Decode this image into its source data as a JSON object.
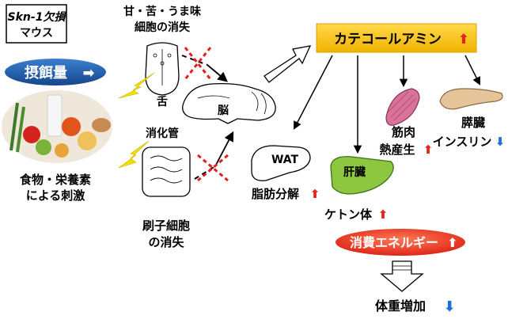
{
  "mouse_box": {
    "line1": "Skn-1欠損",
    "line2": "マウス"
  },
  "intake": {
    "label": "摂餌量",
    "arrow": "➡"
  },
  "taste": {
    "line1": "甘・苦・うま味",
    "line2": "細胞の消失"
  },
  "tongue_label": "舌",
  "brain_label": "脳",
  "gut_label": "消化管",
  "food": {
    "line1": "食物・栄養素",
    "line2": "による刺激"
  },
  "brush": {
    "line1": "刷子細胞",
    "line2": "の消失"
  },
  "catecholamine": {
    "label": "カテコールアミン",
    "arrow": "⬆"
  },
  "wat": {
    "label": "WAT",
    "effect": "脂肪分解",
    "arrow": "⬆"
  },
  "liver": {
    "label": "肝臓",
    "effect": "ケトン体",
    "arrow": "⬆"
  },
  "muscle": {
    "line1": "筋肉",
    "line2": "熱産生",
    "arrow": "⬆"
  },
  "pancreas": {
    "line1": "膵臓",
    "line2": "インスリン",
    "arrow": "⬇"
  },
  "energy": {
    "label": "消費エネルギー",
    "arrow": "⬆"
  },
  "weight": {
    "label": "体重増加",
    "arrow": "⬇"
  },
  "colors": {
    "blue_pill": "#1f5fae",
    "catecholamine_bg": "#f5c000",
    "energy_red": "#e8281e",
    "up_red": "#e1261c",
    "down_blue": "#1d6fd6",
    "liver_green": "#8dc63f",
    "muscle_pink": "#d9739a",
    "pancreas_tan": "#e6c49a",
    "block_red": "#e02020",
    "bolt_yellow": "#f2e100"
  }
}
